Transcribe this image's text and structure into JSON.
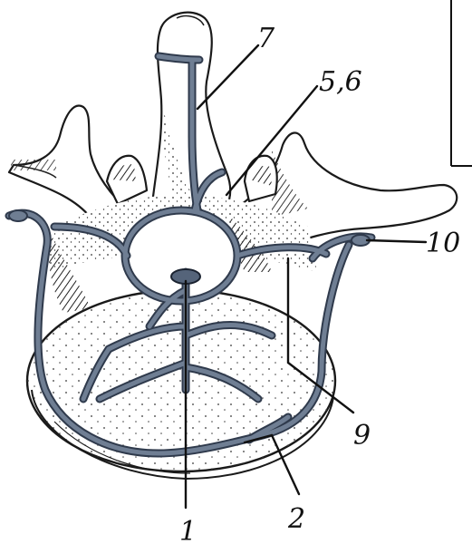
{
  "labels": {
    "l1": "1",
    "l2": "2",
    "l56": "5,6",
    "l7": "7",
    "l9": "9",
    "l10": "10"
  },
  "colors": {
    "vessel_fill": "#6f7e93",
    "vessel_edge": "#2f3a4c",
    "ink": "#111111",
    "shading": "#2c2c2c"
  }
}
